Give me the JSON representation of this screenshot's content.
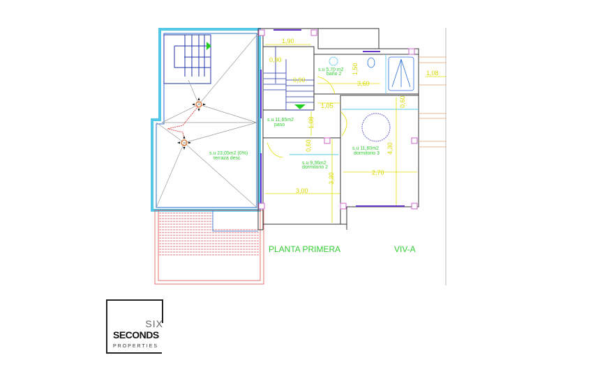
{
  "plan": {
    "title": "PLANTA PRIMERA",
    "unit": "VIV-A",
    "rooms": [
      {
        "area": "s.u 23,05m2 (0%)",
        "name": "terraza desc."
      },
      {
        "area": "s.u 11,65m2",
        "name": "paso"
      },
      {
        "area": "s.u 5,70 m2",
        "name": "baño 2"
      },
      {
        "area": "s.u 9,36m2",
        "name": "dormitorio 2"
      },
      {
        "area": "s.u 11,60m2",
        "name": "dormitorio 3"
      }
    ],
    "dimensions": [
      "1,90",
      "0,90",
      "0,90",
      "1,05",
      "1,08",
      "0,60",
      "3,00",
      "3,30",
      "1,50",
      "3,60",
      "0,60",
      "4,30",
      "2,70",
      "1,08"
    ]
  },
  "logo": {
    "line1": "SIX",
    "line2": "SECONDS",
    "line3": "PROPERTIES"
  }
}
